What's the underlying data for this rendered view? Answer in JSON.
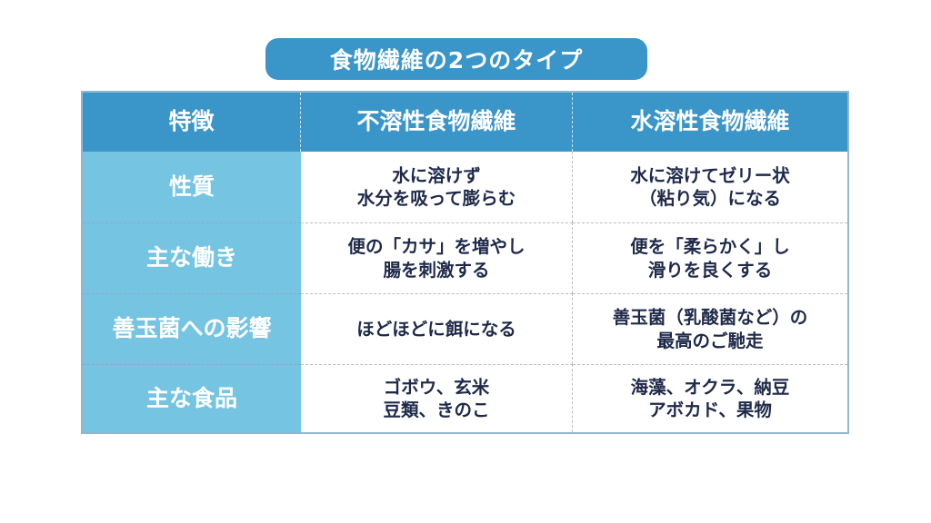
{
  "title": "食物繊維の2つのタイプ",
  "table": {
    "headers": [
      "特徴",
      "不溶性食物繊維",
      "水溶性食物繊維"
    ],
    "rows": [
      {
        "label": "性質",
        "insoluble": [
          "水に溶けず",
          "水分を吸って膨らむ"
        ],
        "soluble": [
          "水に溶けてゼリー状",
          "（粘り気）になる"
        ]
      },
      {
        "label": "主な働き",
        "insoluble": [
          "便の「カサ」を増やし",
          "腸を刺激する"
        ],
        "soluble": [
          "便を「柔らかく」し",
          "滑りを良くする"
        ]
      },
      {
        "label": "善玉菌への影響",
        "insoluble": [
          "ほどほどに餌になる"
        ],
        "soluble": [
          "善玉菌（乳酸菌など）の",
          "最高のご馳走"
        ]
      },
      {
        "label": "主な食品",
        "insoluble": [
          "ゴボウ、玄米",
          "豆類、きのこ"
        ],
        "soluble": [
          "海藻、オクラ、納豆",
          "アボカド、果物"
        ]
      }
    ]
  },
  "colors": {
    "header_bg": "#3a95c8",
    "label_bg": "#74c4e2",
    "text_dark": "#1f2a4a",
    "border": "#8fb7d3"
  }
}
